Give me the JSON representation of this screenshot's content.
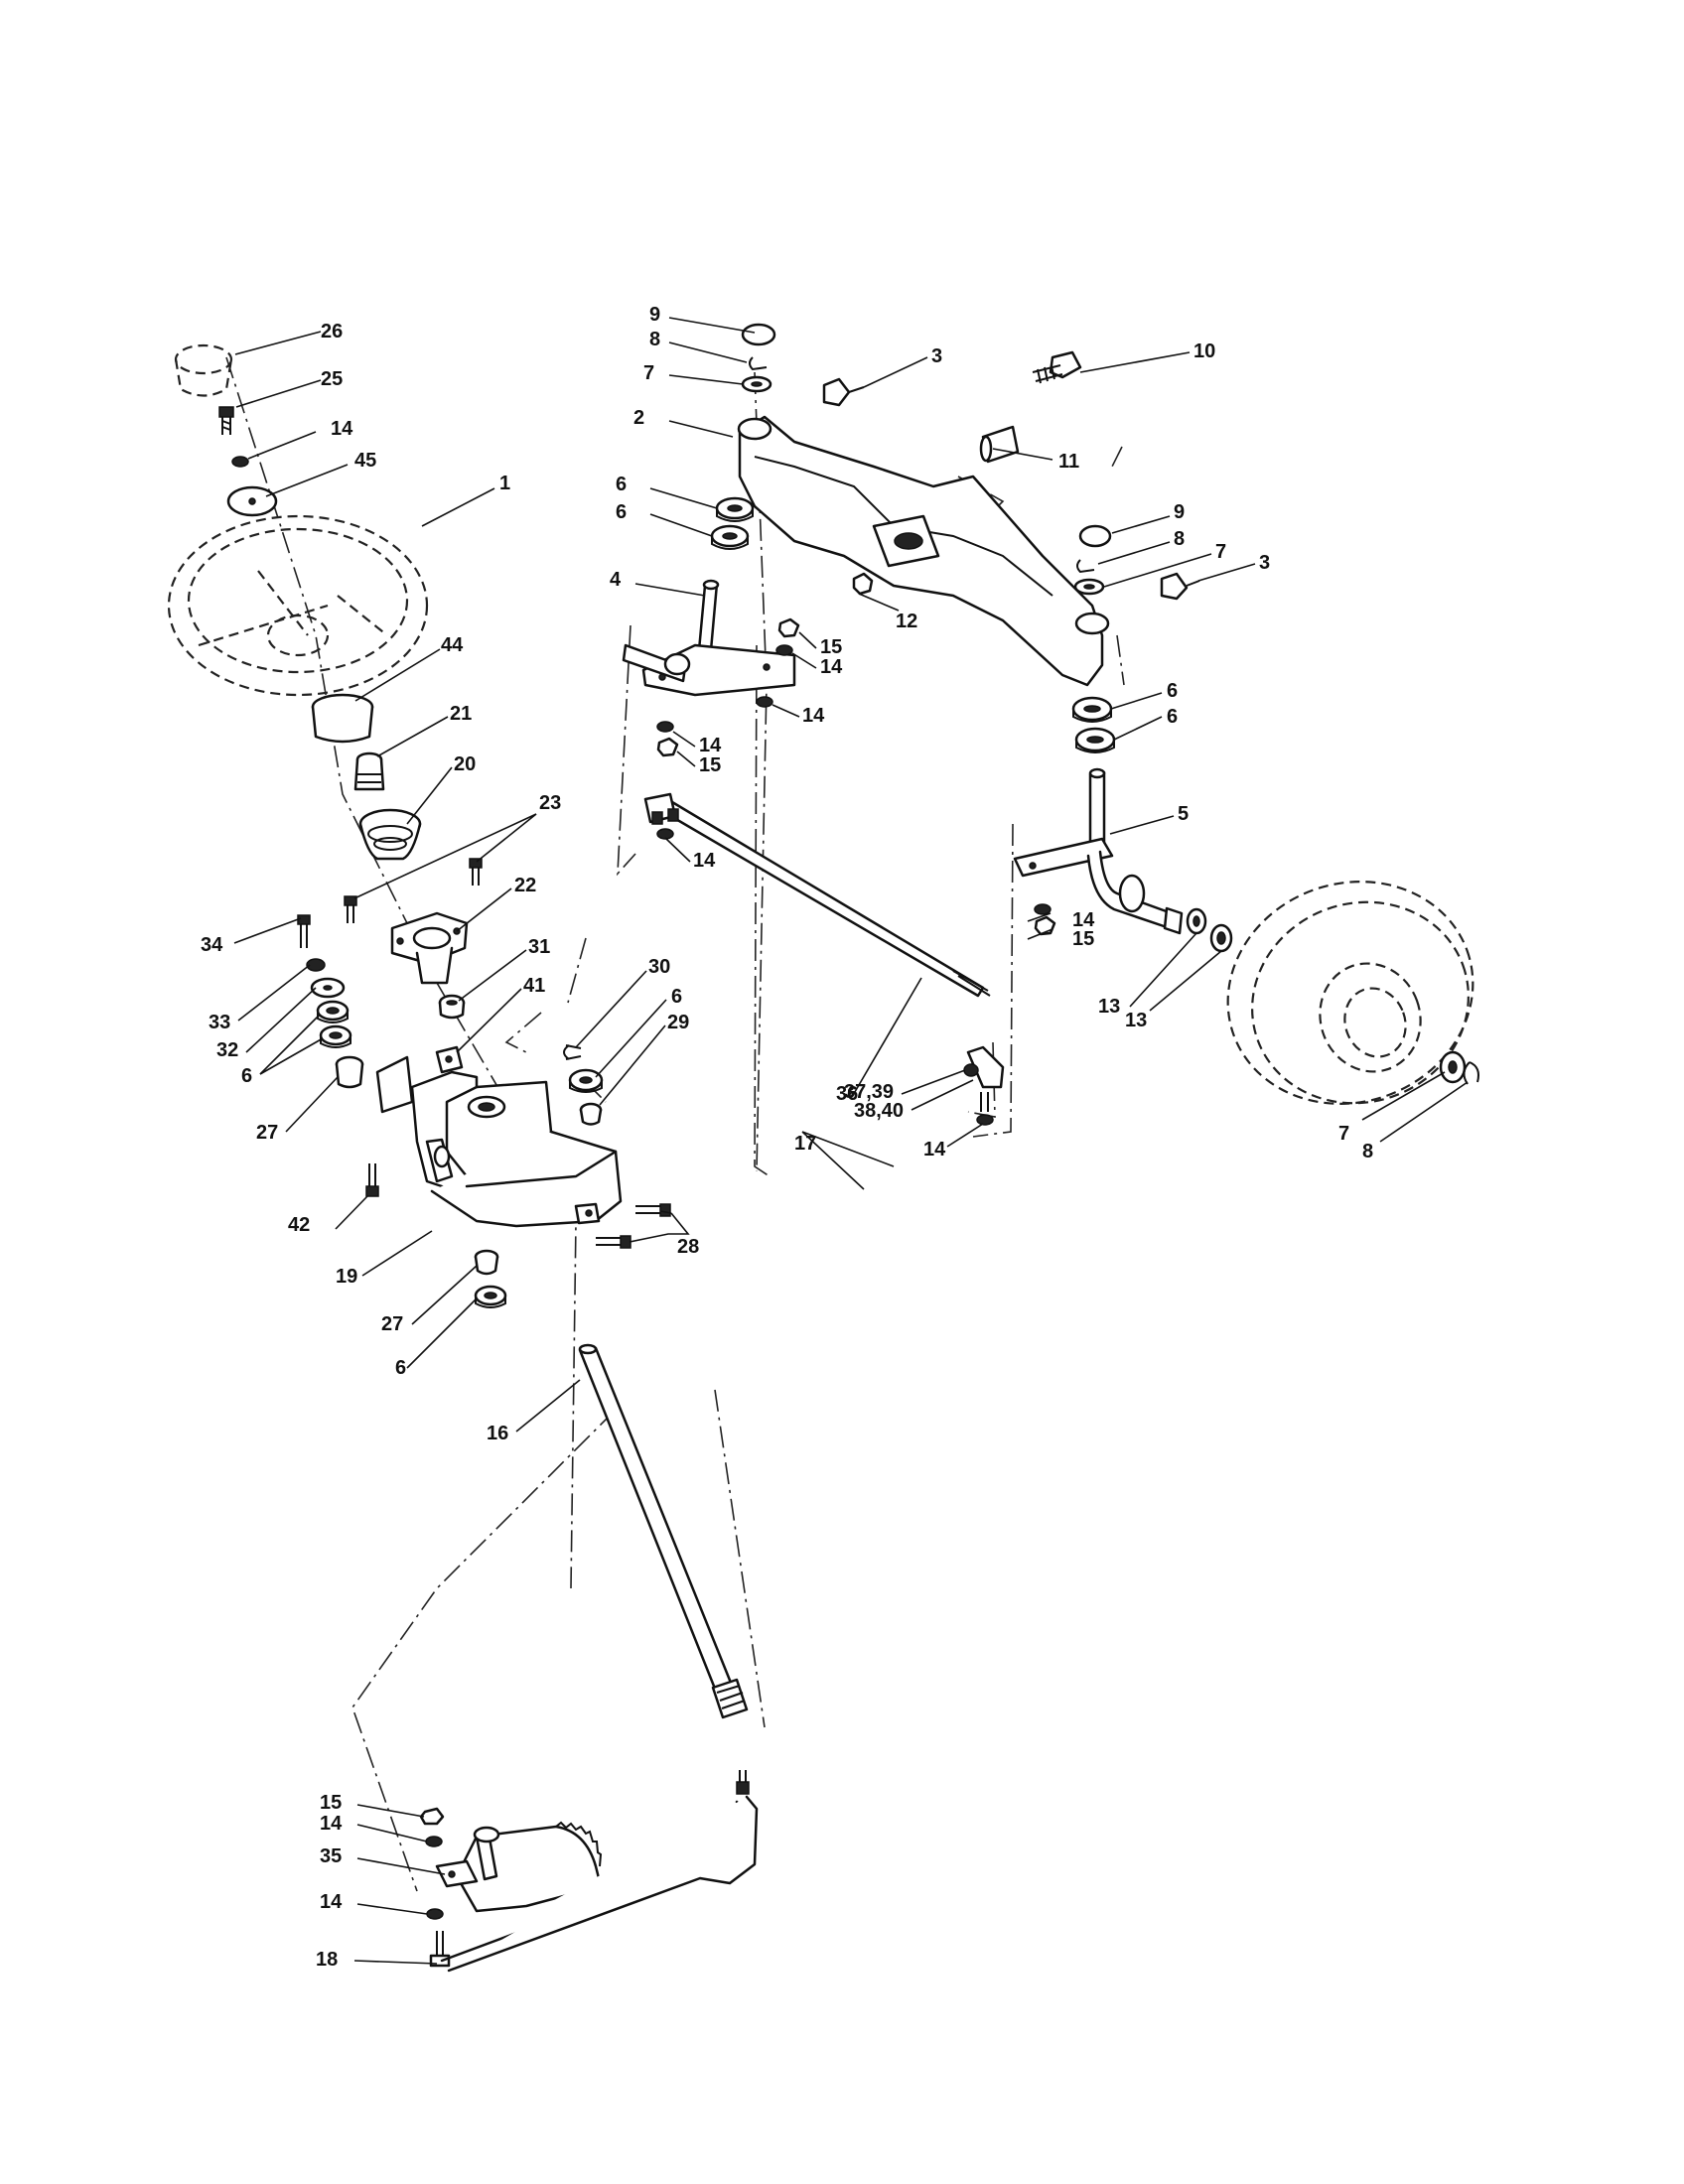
{
  "callouts": [
    {
      "id": "c26",
      "text": "26"
    },
    {
      "id": "c25",
      "text": "25"
    },
    {
      "id": "c14a",
      "text": "14"
    },
    {
      "id": "c45",
      "text": "45"
    },
    {
      "id": "c1",
      "text": "1"
    },
    {
      "id": "c44",
      "text": "44"
    },
    {
      "id": "c21",
      "text": "21"
    },
    {
      "id": "c20",
      "text": "20"
    },
    {
      "id": "c23",
      "text": "23"
    },
    {
      "id": "c22",
      "text": "22"
    },
    {
      "id": "c34",
      "text": "34"
    },
    {
      "id": "c33",
      "text": "33"
    },
    {
      "id": "c32",
      "text": "32"
    },
    {
      "id": "c6a",
      "text": "6"
    },
    {
      "id": "c27a",
      "text": "27"
    },
    {
      "id": "c31",
      "text": "31"
    },
    {
      "id": "c41",
      "text": "41"
    },
    {
      "id": "c30",
      "text": "30"
    },
    {
      "id": "c6b",
      "text": "6"
    },
    {
      "id": "c29",
      "text": "29"
    },
    {
      "id": "c42",
      "text": "42"
    },
    {
      "id": "c19",
      "text": "19"
    },
    {
      "id": "c28",
      "text": "28"
    },
    {
      "id": "c27b",
      "text": "27"
    },
    {
      "id": "c6c",
      "text": "6"
    },
    {
      "id": "c16",
      "text": "16"
    },
    {
      "id": "c9a",
      "text": "9"
    },
    {
      "id": "c8a",
      "text": "8"
    },
    {
      "id": "c7a",
      "text": "7"
    },
    {
      "id": "c3a",
      "text": "3"
    },
    {
      "id": "c10",
      "text": "10"
    },
    {
      "id": "c2",
      "text": "2"
    },
    {
      "id": "c11",
      "text": "11"
    },
    {
      "id": "c6d",
      "text": "6"
    },
    {
      "id": "c6e",
      "text": "6"
    },
    {
      "id": "c9b",
      "text": "9"
    },
    {
      "id": "c8b",
      "text": "8"
    },
    {
      "id": "c7b",
      "text": "7"
    },
    {
      "id": "c3b",
      "text": "3"
    },
    {
      "id": "c4",
      "text": "4"
    },
    {
      "id": "c12",
      "text": "12"
    },
    {
      "id": "c15a",
      "text": "15"
    },
    {
      "id": "c14b",
      "text": "14"
    },
    {
      "id": "c14c",
      "text": "14"
    },
    {
      "id": "c14d",
      "text": "14"
    },
    {
      "id": "c15b",
      "text": "15"
    },
    {
      "id": "c6f",
      "text": "6"
    },
    {
      "id": "c6g",
      "text": "6"
    },
    {
      "id": "c5",
      "text": "5"
    },
    {
      "id": "c14e",
      "text": "14"
    },
    {
      "id": "c14f",
      "text": "14"
    },
    {
      "id": "c15c",
      "text": "15"
    },
    {
      "id": "c13a",
      "text": "13"
    },
    {
      "id": "c13b",
      "text": "13"
    },
    {
      "id": "c36",
      "text": "36"
    },
    {
      "id": "c3739",
      "text": "37,39"
    },
    {
      "id": "c3840",
      "text": "38,40"
    },
    {
      "id": "c17",
      "text": "17"
    },
    {
      "id": "c14g",
      "text": "14"
    },
    {
      "id": "c7c",
      "text": "7"
    },
    {
      "id": "c8c",
      "text": "8"
    },
    {
      "id": "c15d",
      "text": "15"
    },
    {
      "id": "c14h",
      "text": "14"
    },
    {
      "id": "c35",
      "text": "35"
    },
    {
      "id": "c14i",
      "text": "14"
    },
    {
      "id": "c18",
      "text": "18"
    }
  ]
}
